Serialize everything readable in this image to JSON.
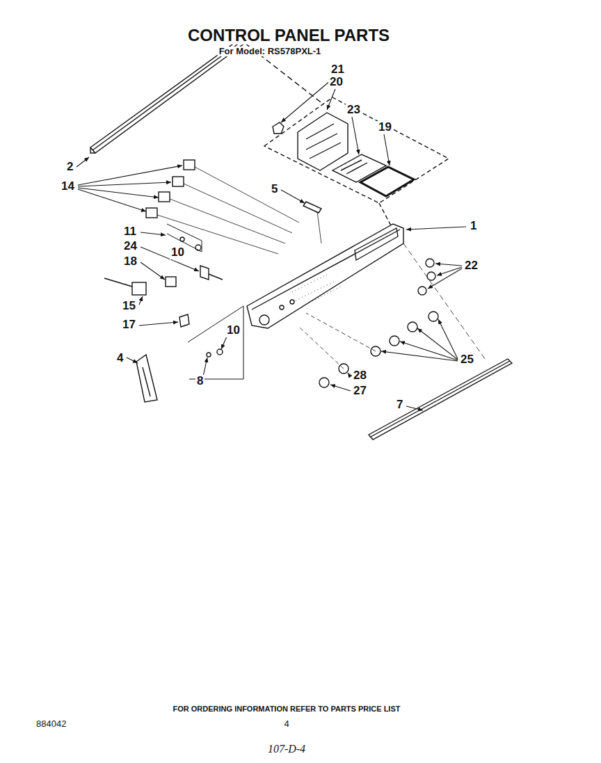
{
  "diagram": {
    "title": "CONTROL PANEL PARTS",
    "labels": [
      "For Model: RS578PXL-1",
      "21",
      "20",
      "23",
      "19",
      "2",
      "14",
      "5",
      "1",
      "11",
      "24",
      "10",
      "22",
      "18",
      "15",
      "10",
      "17",
      "25",
      "4",
      "8",
      "28",
      "27",
      "7",
      "FOR ORDERING INFORMATION REFER TO PARTS PRICE LIST",
      "884042",
      "4",
      "107-D-4"
    ]
  }
}
